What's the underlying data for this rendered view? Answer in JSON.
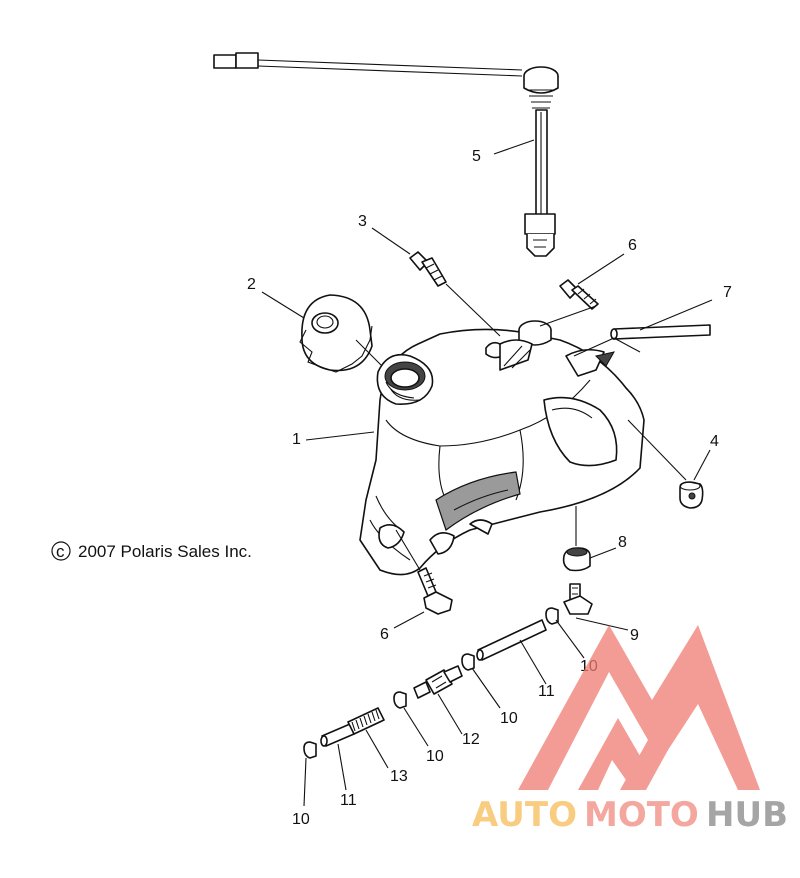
{
  "copyright": {
    "symbol": "c",
    "text": "2007 Polaris Sales Inc."
  },
  "callouts": [
    "5",
    "3",
    "6",
    "7",
    "2",
    "1",
    "4",
    "8",
    "6",
    "9",
    "10",
    "11",
    "10",
    "12",
    "10",
    "13",
    "11",
    "10"
  ],
  "watermark": {
    "part1": "AUTO",
    "part2": "MOTO",
    "part3": "HUB",
    "colors": {
      "logo": "#f07c72",
      "auto": "#f6bd57",
      "moto": "#f08a80",
      "hub": "#888888"
    }
  }
}
